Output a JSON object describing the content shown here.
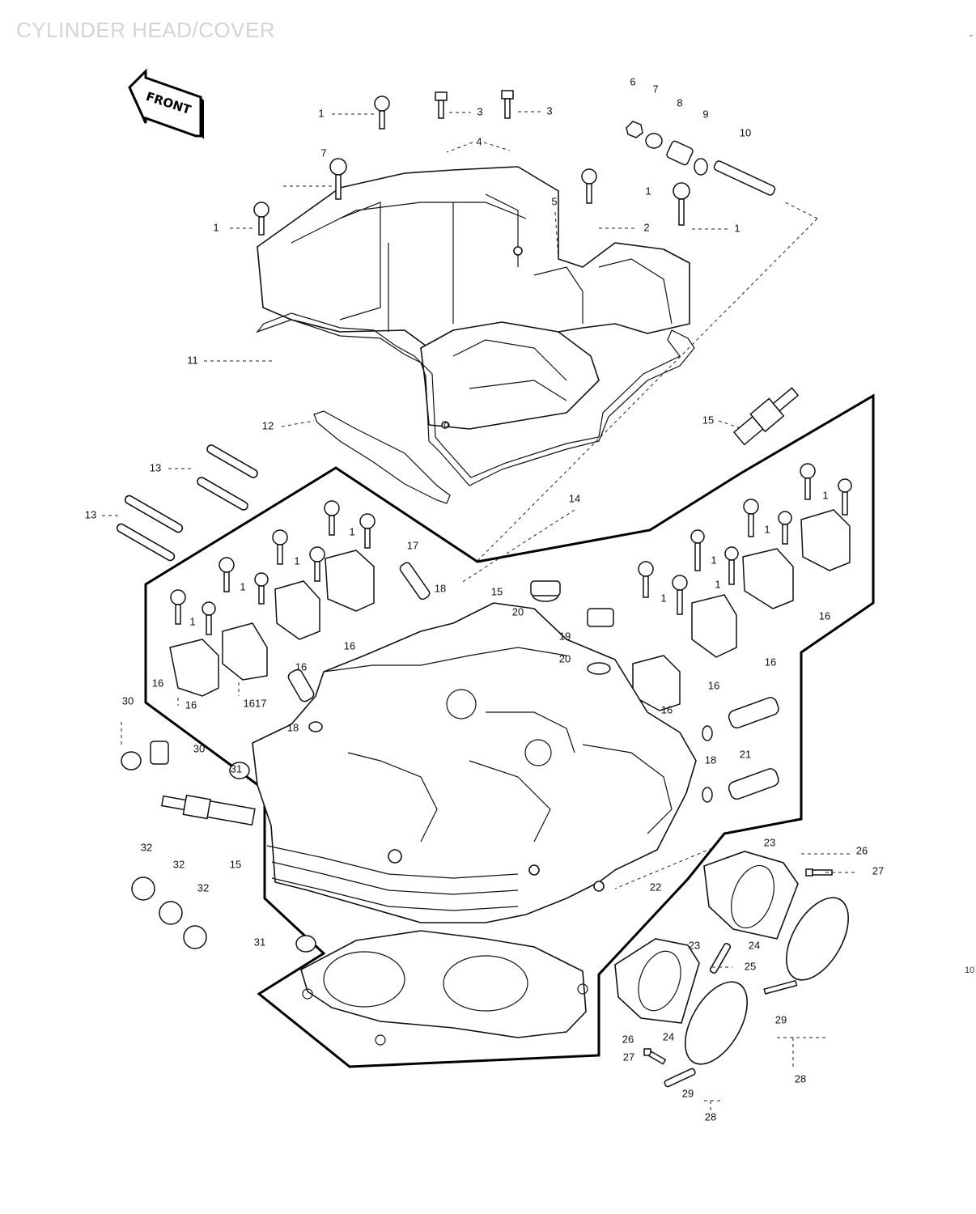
{
  "page": {
    "title": "CYLINDER HEAD/COVER",
    "page_mark": "10",
    "corner_mark": "-"
  },
  "arrow": {
    "label": "FRONT",
    "icon": "front-direction-arrow-icon"
  },
  "callouts": [
    {
      "id": "c1a",
      "text": "1"
    },
    {
      "id": "c3a",
      "text": "3"
    },
    {
      "id": "c3b",
      "text": "3"
    },
    {
      "id": "c6",
      "text": "6"
    },
    {
      "id": "c7a",
      "text": "7"
    },
    {
      "id": "c8",
      "text": "8"
    },
    {
      "id": "c9",
      "text": "9"
    },
    {
      "id": "c10",
      "text": "10"
    },
    {
      "id": "c4",
      "text": "4"
    },
    {
      "id": "c7b",
      "text": "7"
    },
    {
      "id": "c1b",
      "text": "1"
    },
    {
      "id": "c5",
      "text": "5"
    },
    {
      "id": "c1c",
      "text": "1"
    },
    {
      "id": "c2",
      "text": "2"
    },
    {
      "id": "c1d",
      "text": "1"
    },
    {
      "id": "c11",
      "text": "11"
    },
    {
      "id": "c12",
      "text": "12"
    },
    {
      "id": "c15a",
      "text": "15"
    },
    {
      "id": "c13a",
      "text": "13"
    },
    {
      "id": "c13b",
      "text": "13"
    },
    {
      "id": "c14",
      "text": "14"
    },
    {
      "id": "c1e",
      "text": "1"
    },
    {
      "id": "c1f",
      "text": "1"
    },
    {
      "id": "c1g",
      "text": "1"
    },
    {
      "id": "c1h",
      "text": "1"
    },
    {
      "id": "c17a",
      "text": "17"
    },
    {
      "id": "c18a",
      "text": "18"
    },
    {
      "id": "c15b",
      "text": "15"
    },
    {
      "id": "c20a",
      "text": "20"
    },
    {
      "id": "c19",
      "text": "19"
    },
    {
      "id": "c20b",
      "text": "20"
    },
    {
      "id": "c1i",
      "text": "1"
    },
    {
      "id": "c1j",
      "text": "1"
    },
    {
      "id": "c1k",
      "text": "1"
    },
    {
      "id": "c1l",
      "text": "1"
    },
    {
      "id": "c1m",
      "text": "1"
    },
    {
      "id": "c16a",
      "text": "16"
    },
    {
      "id": "c16b",
      "text": "16"
    },
    {
      "id": "c16c",
      "text": "16"
    },
    {
      "id": "c16d",
      "text": "16"
    },
    {
      "id": "c16e",
      "text": "16"
    },
    {
      "id": "c16f",
      "text": "16"
    },
    {
      "id": "c16g",
      "text": "16"
    },
    {
      "id": "c1617",
      "text": "1617"
    },
    {
      "id": "c16h",
      "text": "16"
    },
    {
      "id": "c30a",
      "text": "30"
    },
    {
      "id": "c30b",
      "text": "30"
    },
    {
      "id": "c18b",
      "text": "18"
    },
    {
      "id": "c31a",
      "text": "31"
    },
    {
      "id": "c18c",
      "text": "18"
    },
    {
      "id": "c21",
      "text": "21"
    },
    {
      "id": "c32a",
      "text": "32"
    },
    {
      "id": "c32b",
      "text": "32"
    },
    {
      "id": "c15c",
      "text": "15"
    },
    {
      "id": "c32c",
      "text": "32"
    },
    {
      "id": "c23a",
      "text": "23"
    },
    {
      "id": "c26a",
      "text": "26"
    },
    {
      "id": "c27a",
      "text": "27"
    },
    {
      "id": "c22",
      "text": "22"
    },
    {
      "id": "c31b",
      "text": "31"
    },
    {
      "id": "c23b",
      "text": "23"
    },
    {
      "id": "c24a",
      "text": "24"
    },
    {
      "id": "c25",
      "text": "25"
    },
    {
      "id": "c29a",
      "text": "29"
    },
    {
      "id": "c26b",
      "text": "26"
    },
    {
      "id": "c24b",
      "text": "24"
    },
    {
      "id": "c27b",
      "text": "27"
    },
    {
      "id": "c28a",
      "text": "28"
    },
    {
      "id": "c29b",
      "text": "29"
    },
    {
      "id": "c28b",
      "text": "28"
    }
  ]
}
